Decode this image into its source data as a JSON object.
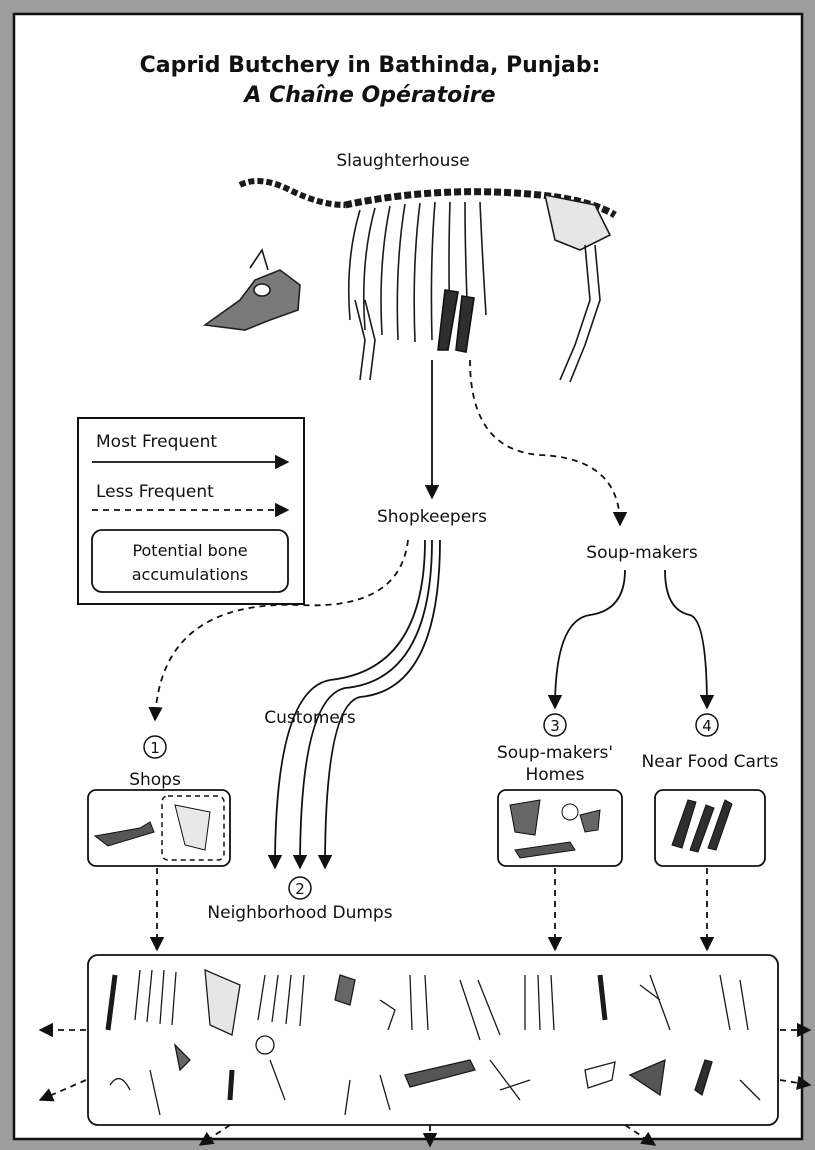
{
  "title": {
    "line1": "Caprid Butchery in Bathinda, Punjab:",
    "line2": "A Chaîne Opératoire"
  },
  "legend": {
    "most_frequent": "Most Frequent",
    "less_frequent": "Less Frequent",
    "potential_line1": "Potential bone",
    "potential_line2": "accumulations"
  },
  "nodes": {
    "slaughterhouse": "Slaughterhouse",
    "shopkeepers": "Shopkeepers",
    "soup_makers": "Soup-makers",
    "customers": "Customers",
    "shops": "Shops",
    "soup_homes_line1": "Soup-makers'",
    "soup_homes_line2": "Homes",
    "food_carts": "Near Food Carts",
    "dumps": "Neighborhood Dumps"
  },
  "markers": {
    "shops": "1",
    "dumps": "2",
    "soup_homes": "3",
    "food_carts": "4"
  },
  "colors": {
    "background": "#9d9d9d",
    "panel": "#ffffff",
    "bone_fill": "#cfcfcf",
    "bone_dark": "#3a3a3a",
    "skeleton_line": "#1a1a1a"
  }
}
